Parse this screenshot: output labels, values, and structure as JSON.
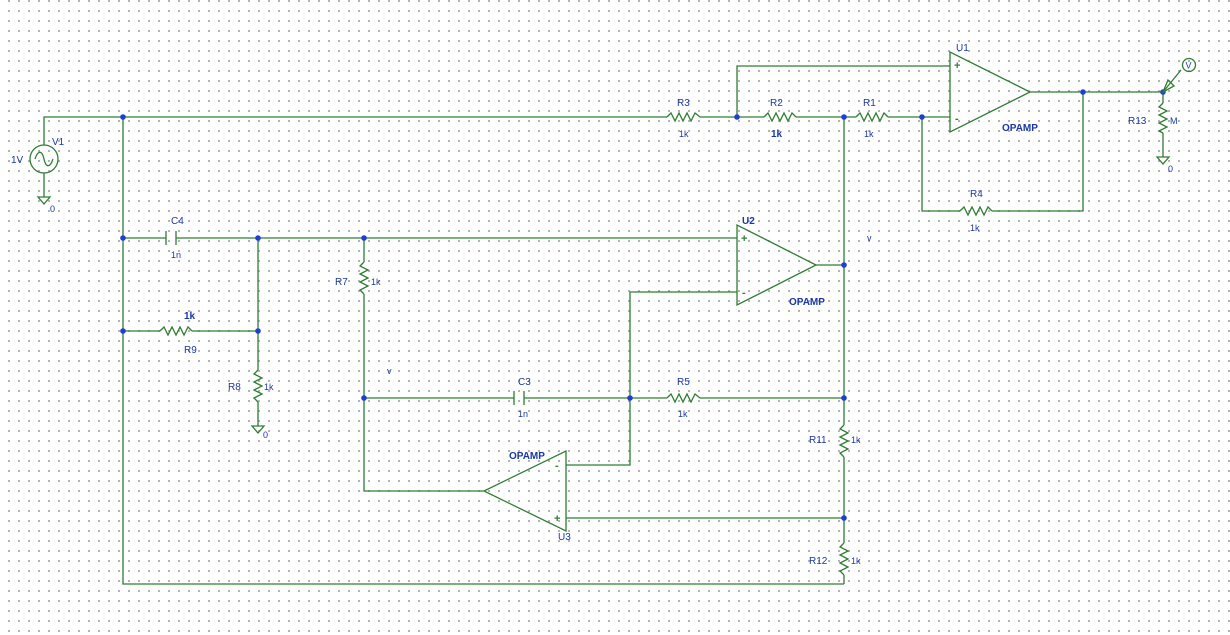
{
  "source": {
    "ref": "V1",
    "value": "1V"
  },
  "grounds": [
    {
      "id": "gnd-v1",
      "label": "0"
    },
    {
      "id": "gnd-r8",
      "label": "0"
    },
    {
      "id": "gnd-r13",
      "label": "0"
    }
  ],
  "resistors": [
    {
      "id": "r1",
      "ref": "R1",
      "value": "1k"
    },
    {
      "id": "r2",
      "ref": "R2",
      "value": "1k"
    },
    {
      "id": "r3",
      "ref": "R3",
      "value": "1k"
    },
    {
      "id": "r4",
      "ref": "R4",
      "value": "1k"
    },
    {
      "id": "r5",
      "ref": "R5",
      "value": "1k"
    },
    {
      "id": "r7",
      "ref": "R7",
      "value": "1k"
    },
    {
      "id": "r8",
      "ref": "R8",
      "value": "1k"
    },
    {
      "id": "r9",
      "ref": "R9",
      "value": "1k"
    },
    {
      "id": "r11",
      "ref": "R11",
      "value": "1k"
    },
    {
      "id": "r12",
      "ref": "R12",
      "value": "1k"
    },
    {
      "id": "r13",
      "ref": "R13",
      "value": "M"
    }
  ],
  "capacitors": [
    {
      "id": "c3",
      "ref": "C3",
      "value": "1n"
    },
    {
      "id": "c4",
      "ref": "C4",
      "value": "1n"
    }
  ],
  "opamps": [
    {
      "id": "u1",
      "ref": "U1",
      "model": "OPAMP"
    },
    {
      "id": "u2",
      "ref": "U2",
      "model": "OPAMP"
    },
    {
      "id": "u3",
      "ref": "U3",
      "model": "OPAMP"
    }
  ],
  "pins": {
    "plus": "+",
    "minus": "-"
  },
  "probes": {
    "voltage_marker": "V",
    "small_marker": "v"
  }
}
